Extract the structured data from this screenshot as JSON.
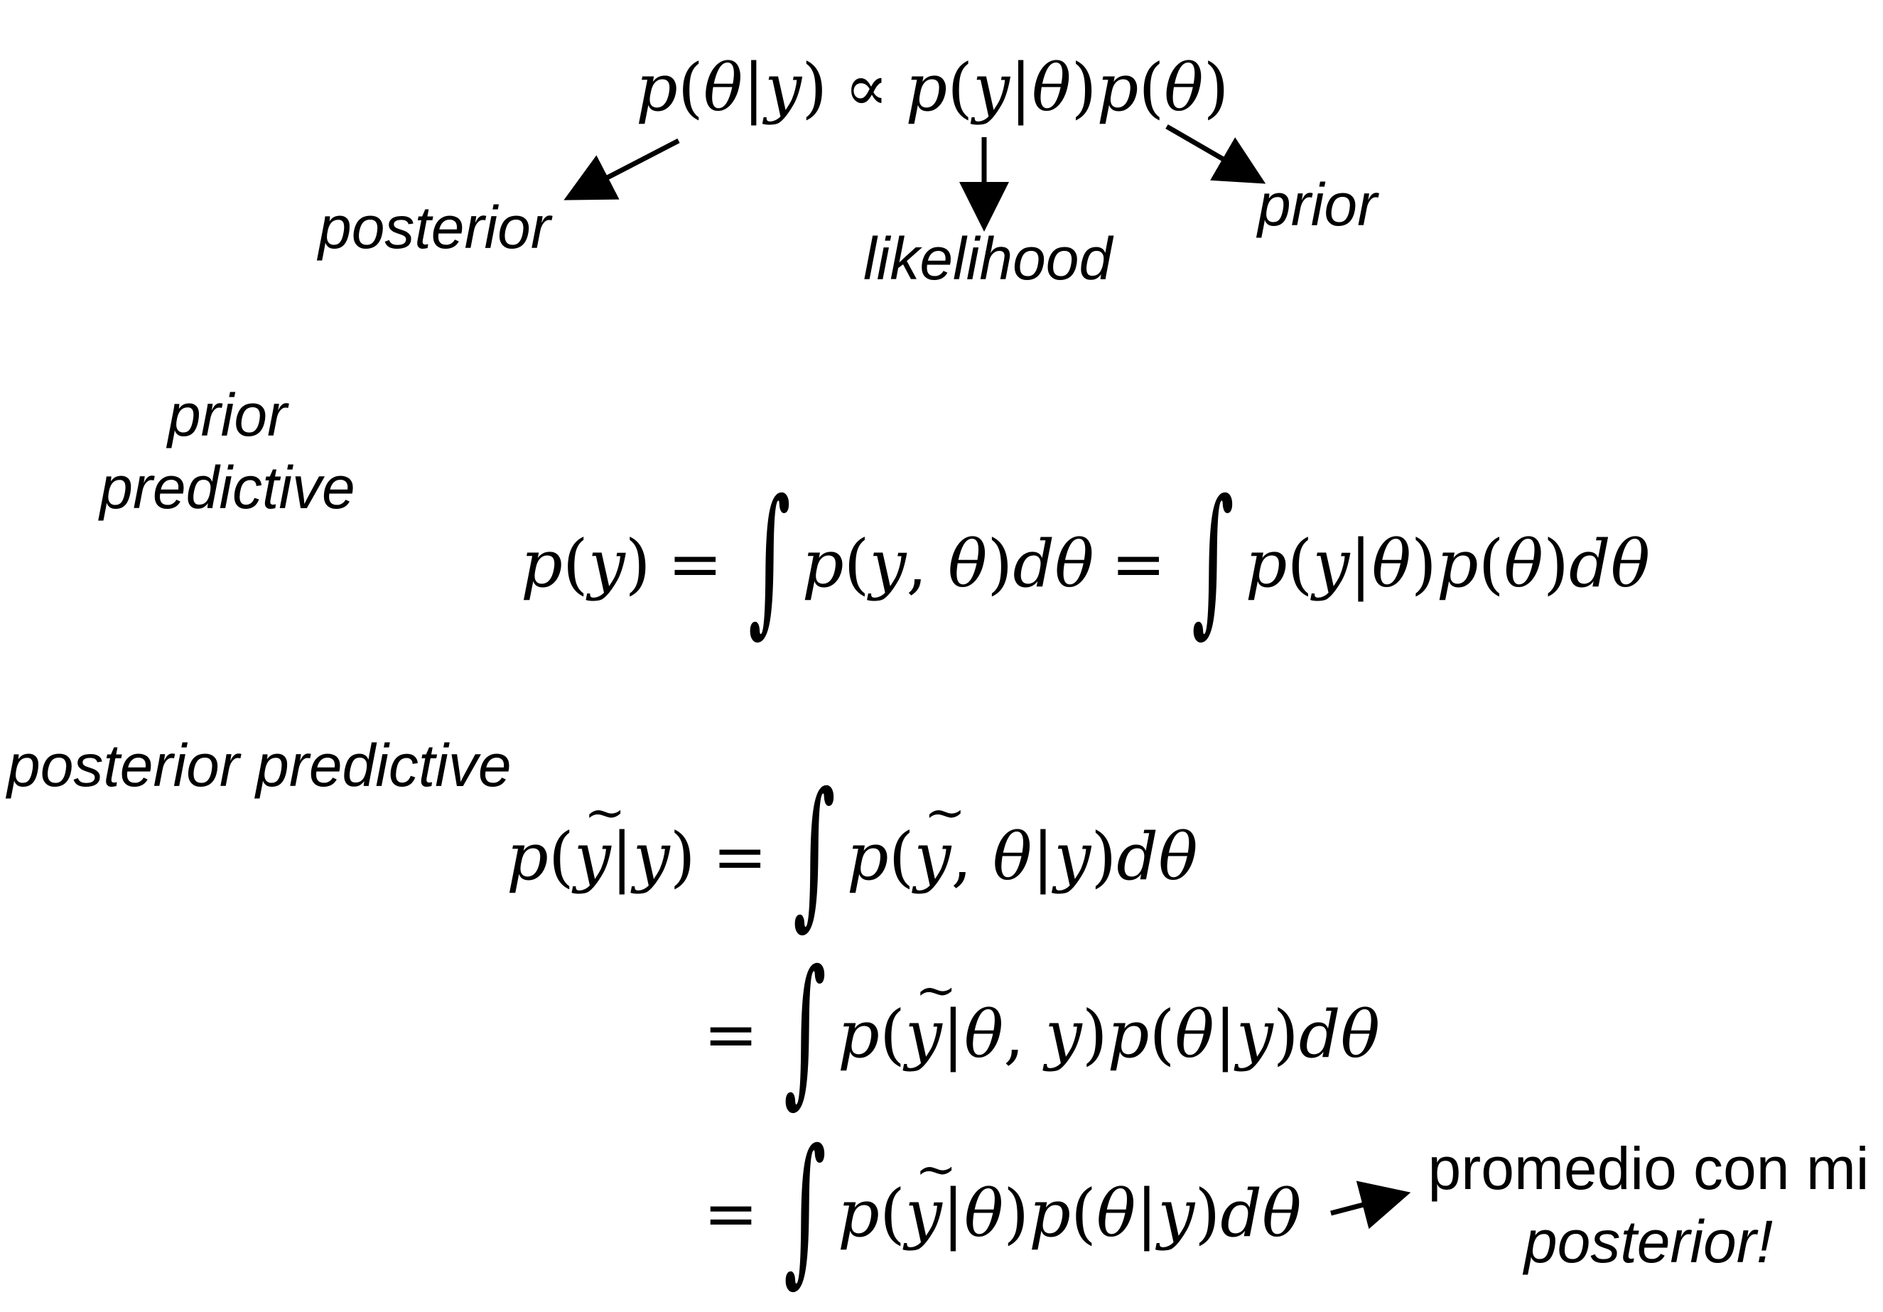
{
  "bayes": {
    "equation": "p(θ|y) ∝ p(y|θ)p(θ)",
    "posterior_label": "posterior",
    "likelihood_label": "likelihood",
    "prior_label": "prior"
  },
  "prior_predictive": {
    "label_line1": "prior",
    "label_line2": "predictive",
    "lhs": "p(y)",
    "term1": "p(y, θ)dθ",
    "term2": "p(y|θ)p(θ)dθ"
  },
  "posterior_predictive": {
    "label": "posterior predictive",
    "lhs": "p(ỹ|y)",
    "line1_integrand": "p(ỹ, θ|y)dθ",
    "line2_integrand": "p(ỹ|θ, y)p(θ|y)dθ",
    "line3_integrand": "p(ỹ|θ)p(θ|y)dθ",
    "note_line1": "promedio con mi",
    "note_line2": "posterior!"
  }
}
